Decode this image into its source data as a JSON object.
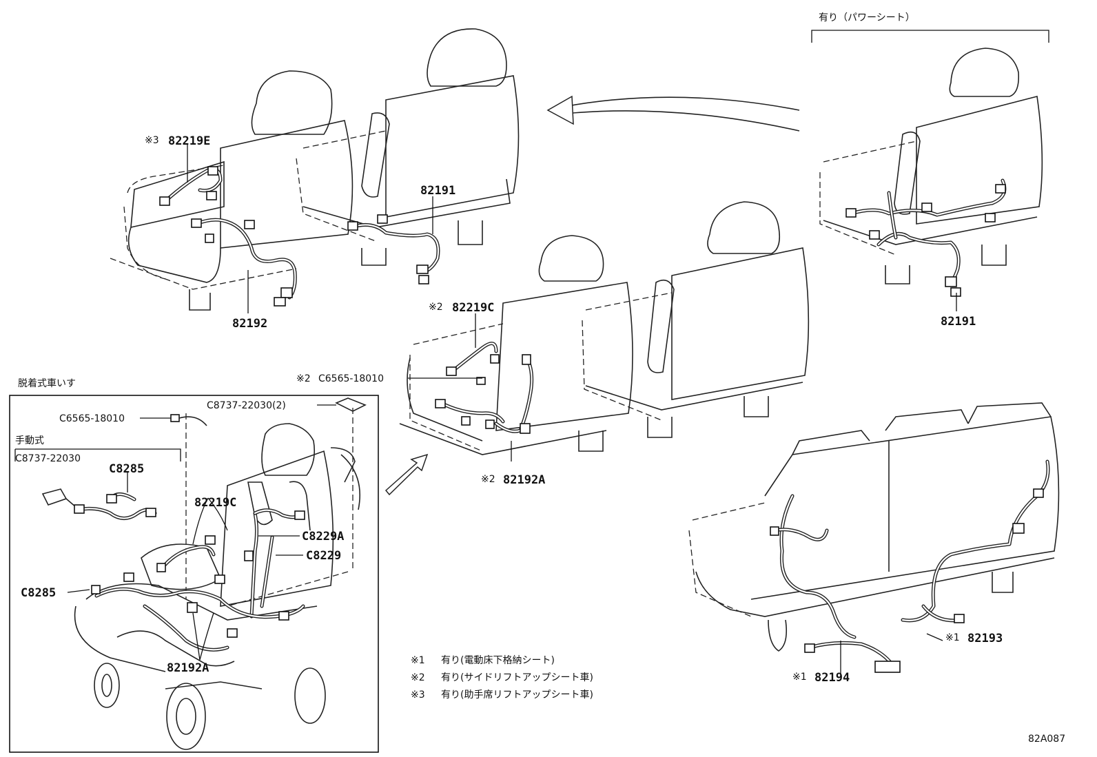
{
  "header": {
    "power_seat_label": "有り（パワーシート）"
  },
  "labels": {
    "top_left_82219e_mark": "※3",
    "top_left_82219e": "82219E",
    "top_left_82192": "82192",
    "top_mid_82191": "82191",
    "top_right_82191": "82191",
    "mid_82219c_mark": "※2",
    "mid_82219c": "82219C",
    "mid_c6565_mark": "※2",
    "mid_c6565": "C6565-18010",
    "mid_82192a_mark": "※2",
    "mid_82192a": "82192A",
    "bench_82193_mark": "※1",
    "bench_82193": "82193",
    "bench_82194_mark": "※1",
    "bench_82194": "82194"
  },
  "inset": {
    "title": "脱着式車いす",
    "c6565": "C6565-18010",
    "c8737_2": "C8737-22030(2)",
    "manual_label": "手動式",
    "c8737": "C8737-22030",
    "c8285_top": "C8285",
    "c82219c": "82219C",
    "c8229a": "C8229A",
    "c8229": "C8229",
    "c8285_left": "C8285",
    "c82192a": "82192A"
  },
  "notes": [
    {
      "mark": "※1",
      "text": "有り(電動床下格納シート)"
    },
    {
      "mark": "※2",
      "text": "有り(サイドリフトアップシート車)"
    },
    {
      "mark": "※3",
      "text": "有り(助手席リフトアップシート車)"
    }
  ],
  "figure_code": "82A087"
}
